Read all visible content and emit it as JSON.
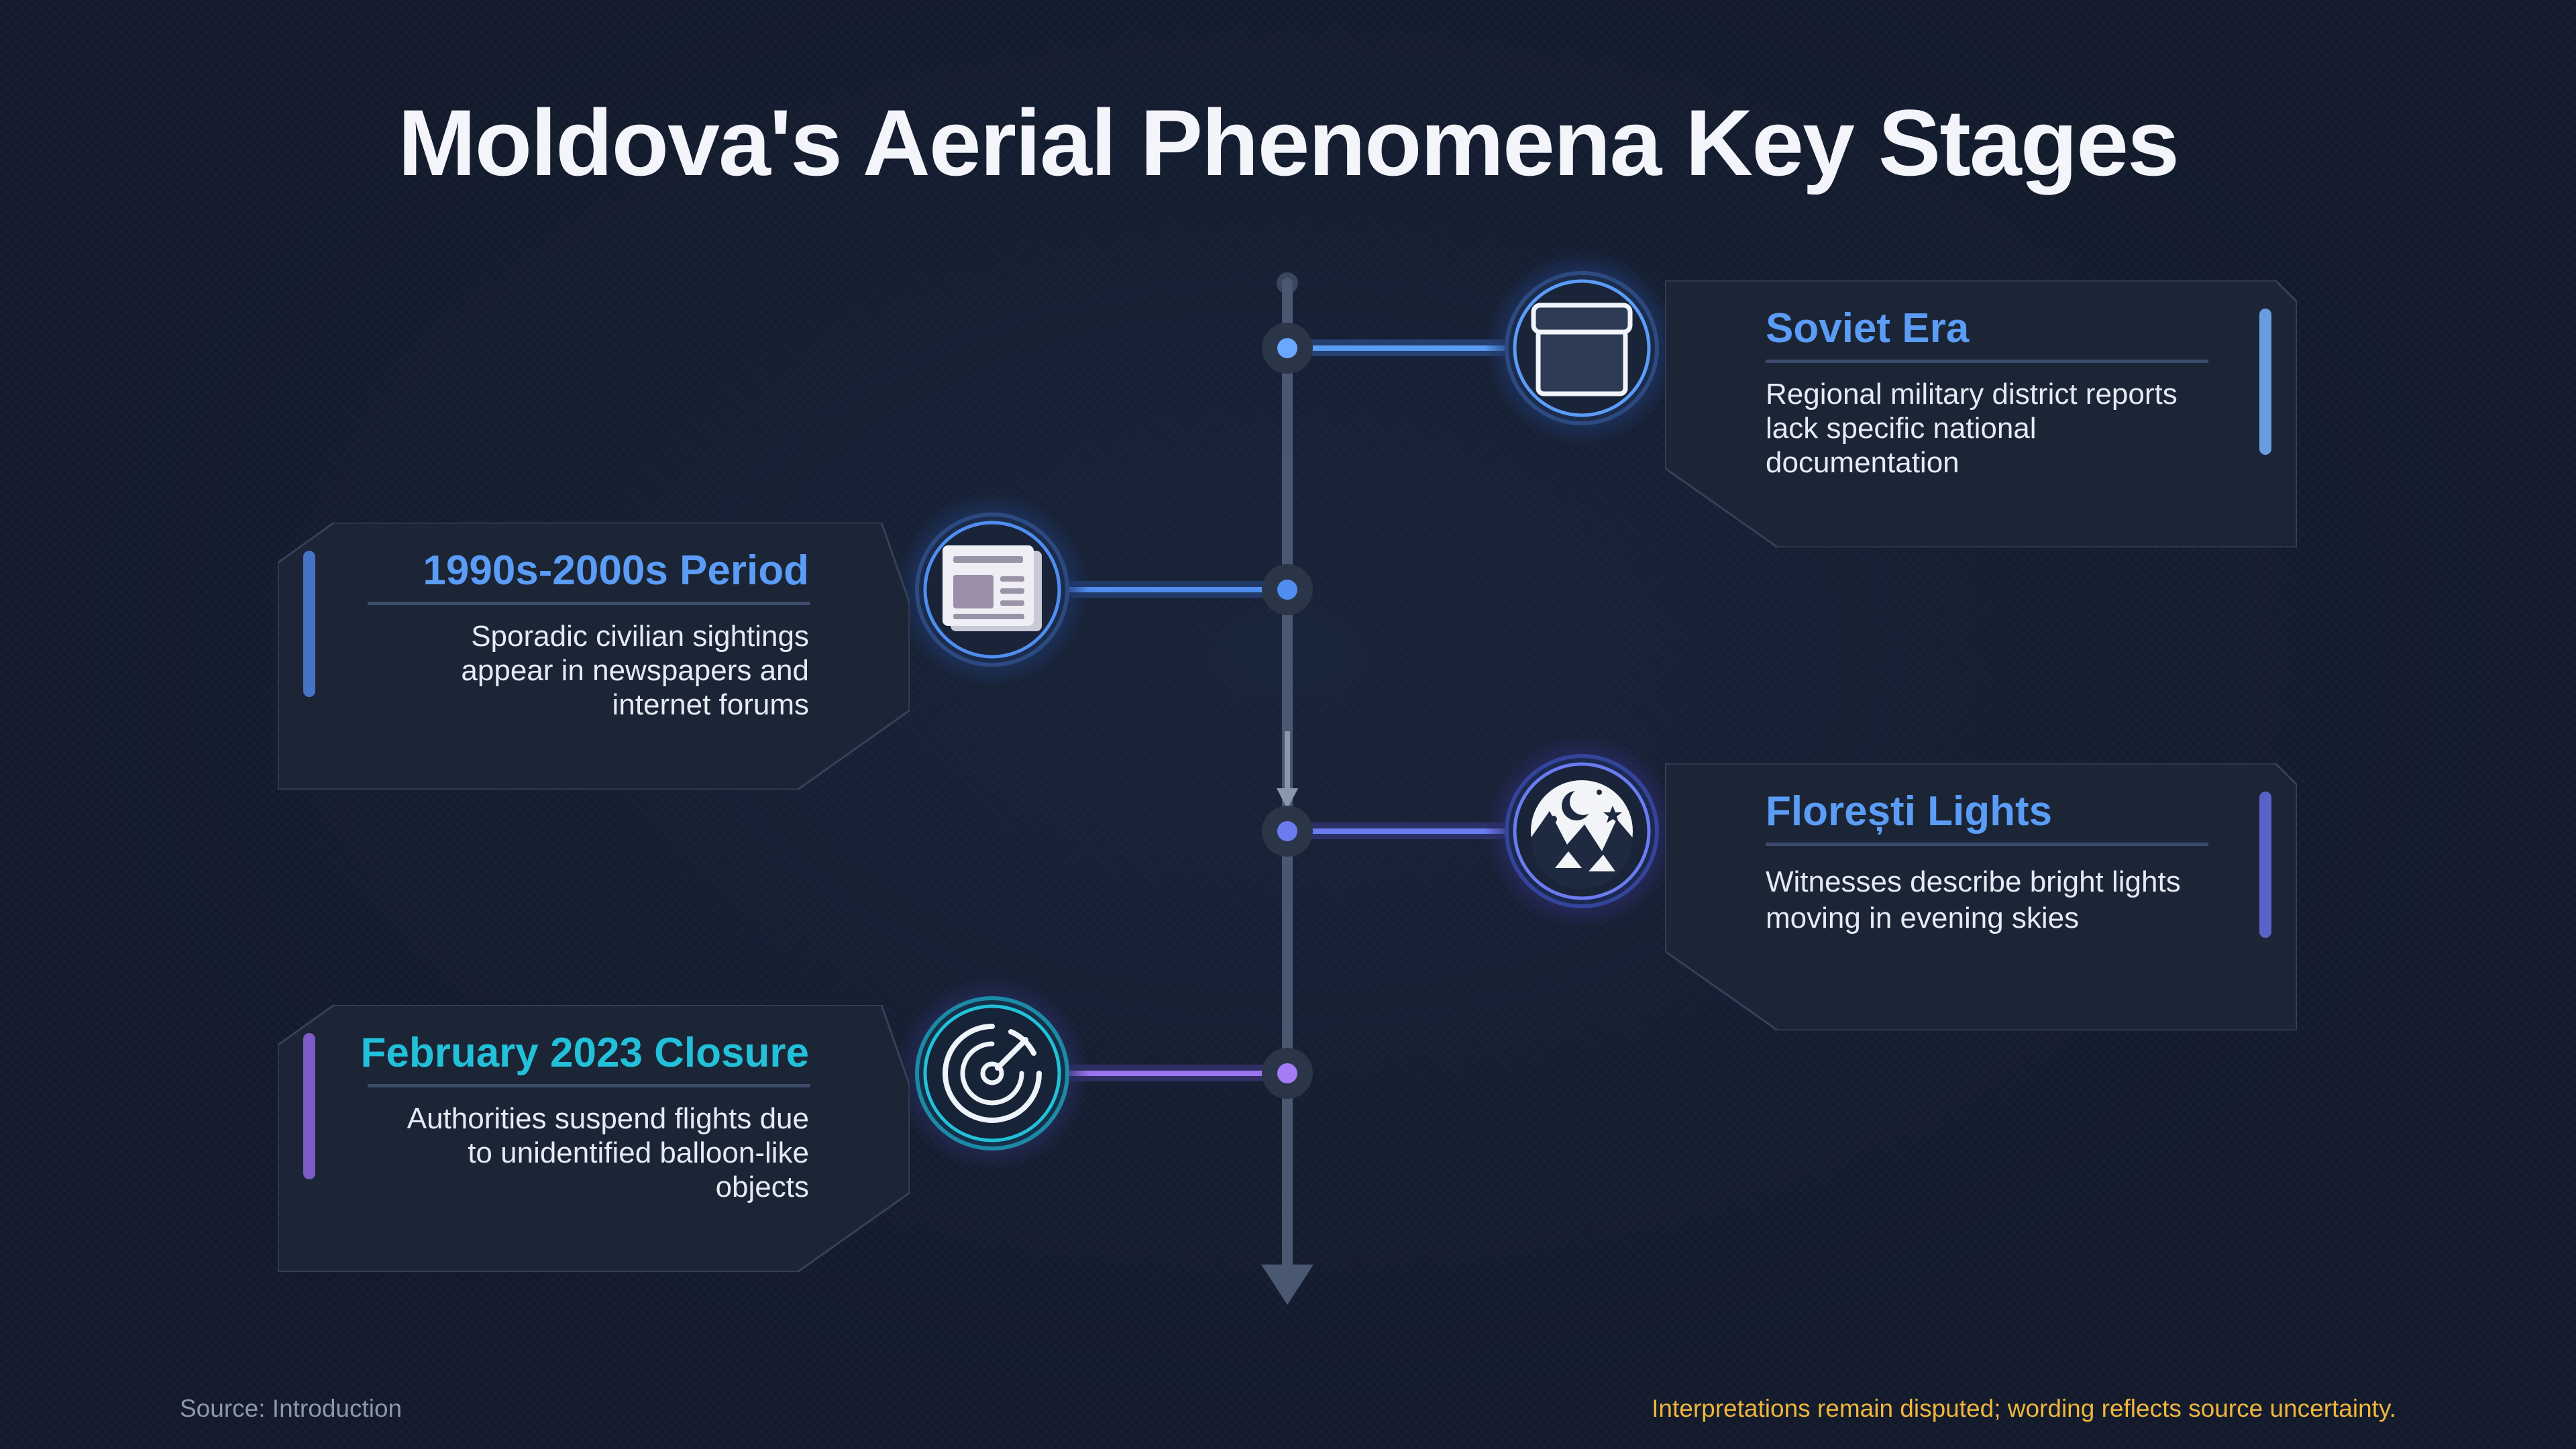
{
  "title": "Moldova's Aerial Phenomena Key Stages",
  "stages": [
    {
      "title": "Soviet Era",
      "text": "Regional military district reports lack specific national documentation",
      "icon": "archive-box-icon",
      "accent": "#5b9cf6",
      "side": "right"
    },
    {
      "title": "1990s-2000s Period",
      "text": "Sporadic civilian sightings appear in newspapers and internet forums",
      "icon": "newspaper-icon",
      "accent": "#4f8ef0",
      "side": "left"
    },
    {
      "title": "Florești Lights",
      "text": "Witnesses describe bright lights moving in evening skies",
      "icon": "night-sky-icon",
      "accent": "#6a7cf0",
      "side": "right"
    },
    {
      "title": "February 2023 Closure",
      "text": "Authorities suspend flights due to unidentified balloon-like objects",
      "icon": "radar-icon",
      "accent": "#22c1d9",
      "side": "left"
    }
  ],
  "footer": {
    "source": "Source: Introduction",
    "note": "Interpretations remain disputed; wording reflects source uncertainty."
  }
}
